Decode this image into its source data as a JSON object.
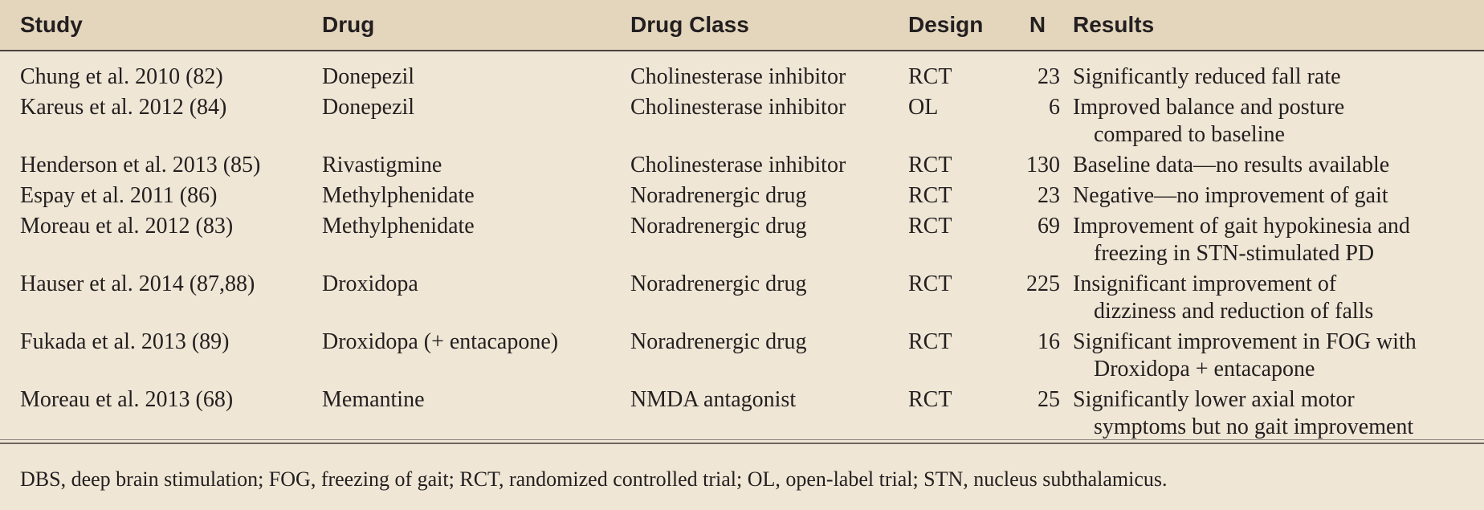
{
  "table": {
    "headers": {
      "study": "Study",
      "drug": "Drug",
      "drug_class": "Drug Class",
      "design": "Design",
      "n": "N",
      "results": "Results"
    },
    "rows": [
      {
        "study": "Chung et al. 2010 (82)",
        "drug": "Donepezil",
        "drug_class": "Cholinesterase inhibitor",
        "design": "RCT",
        "n": "23",
        "results_1": "Significantly reduced fall rate",
        "results_2": ""
      },
      {
        "study": "Kareus et al. 2012 (84)",
        "drug": "Donepezil",
        "drug_class": "Cholinesterase inhibitor",
        "design": "OL",
        "n": "6",
        "results_1": "Improved balance and posture",
        "results_2": "compared to baseline"
      },
      {
        "study": "Henderson et al. 2013 (85)",
        "drug": "Rivastigmine",
        "drug_class": "Cholinesterase inhibitor",
        "design": "RCT",
        "n": "130",
        "results_1": "Baseline data—no results available",
        "results_2": ""
      },
      {
        "study": "Espay et al. 2011 (86)",
        "drug": "Methylphenidate",
        "drug_class": "Noradrenergic drug",
        "design": "RCT",
        "n": "23",
        "results_1": "Negative—no improvement of gait",
        "results_2": ""
      },
      {
        "study": "Moreau et al. 2012 (83)",
        "drug": "Methylphenidate",
        "drug_class": "Noradrenergic drug",
        "design": "RCT",
        "n": "69",
        "results_1": "Improvement of gait hypokinesia and",
        "results_2": "freezing in STN-stimulated PD"
      },
      {
        "study": "Hauser et al. 2014 (87,88)",
        "drug": "Droxidopa",
        "drug_class": "Noradrenergic drug",
        "design": "RCT",
        "n": "225",
        "results_1": "Insignificant improvement of",
        "results_2": "dizziness and reduction of falls"
      },
      {
        "study": "Fukada et al. 2013 (89)",
        "drug": "Droxidopa (+ entacapone)",
        "drug_class": "Noradrenergic drug",
        "design": "RCT",
        "n": "16",
        "results_1": "Significant improvement in FOG with",
        "results_2": "Droxidopa + entacapone"
      },
      {
        "study": "Moreau et al. 2013 (68)",
        "drug": "Memantine",
        "drug_class": "NMDA antagonist",
        "design": "RCT",
        "n": "25",
        "results_1": "Significantly lower axial motor",
        "results_2": "symptoms but no gait improvement"
      }
    ]
  },
  "footnote": "DBS, deep brain stimulation; FOG, freezing of gait; RCT, randomized controlled trial; OL, open-label trial; STN, nucleus subthalamicus.",
  "colors": {
    "background": "#efe6d5",
    "header_background": "#e4d6bd",
    "text": "#231f20"
  }
}
